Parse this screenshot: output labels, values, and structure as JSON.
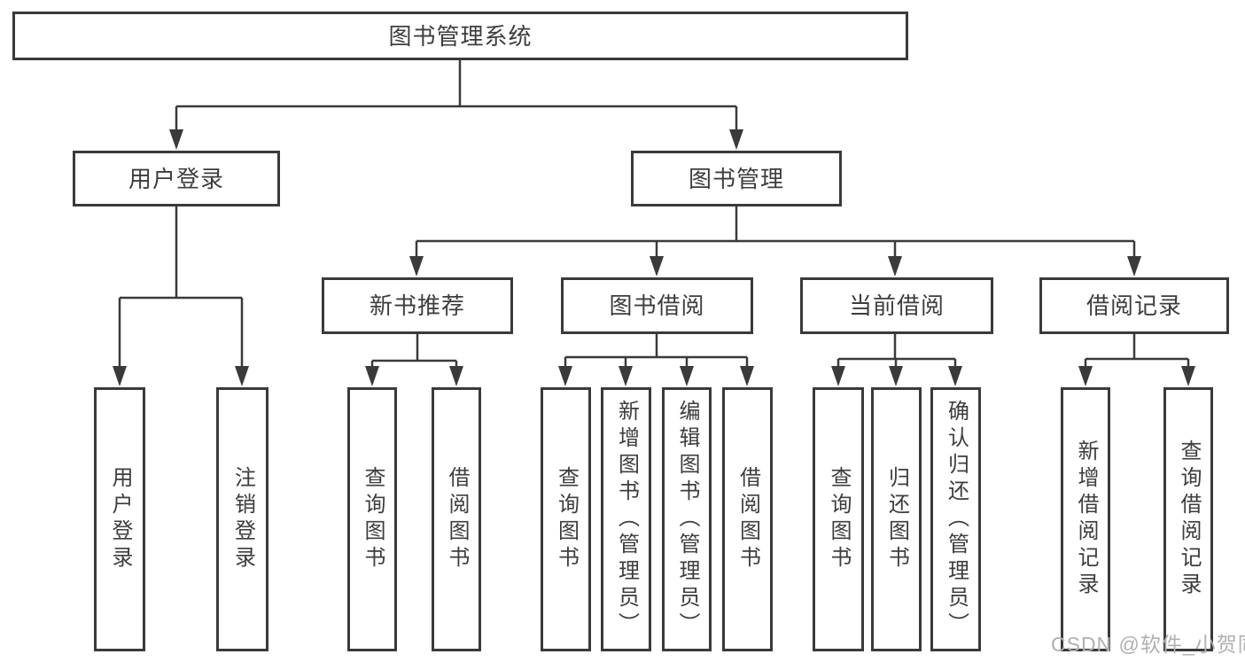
{
  "colors": {
    "border": "#3a3a3a",
    "text": "#3d3d3d",
    "line": "#3a3a3a",
    "background": "#ffffff",
    "watermark": "#b0b0b0"
  },
  "nodes": {
    "root": "图书管理系统",
    "user_login": "用户登录",
    "book_mgmt": "图书管理",
    "new_book_rec": "新书推荐",
    "book_borrow": "图书借阅",
    "current_borrow": "当前借阅",
    "borrow_records": "借阅记录",
    "leaf_user_login": "用户登录",
    "leaf_logout": "注销登录",
    "leaf_rec_query_book": "查询图书",
    "leaf_rec_borrow_book": "借阅图书",
    "leaf_bor_query_book": "查询图书",
    "leaf_bor_add_book": "新增图书（管理员）",
    "leaf_bor_edit_book": "编辑图书（管理员）",
    "leaf_bor_borrow_book": "借阅图书",
    "leaf_cur_query_book": "查询图书",
    "leaf_cur_return_book": "归还图书",
    "leaf_cur_confirm_return": "确认归还（管理员）",
    "leaf_add_borrow_record": "新增借阅记录",
    "leaf_query_borrow_record": "查询借阅记录"
  },
  "watermark": "CSDN @软件_小贺同学"
}
